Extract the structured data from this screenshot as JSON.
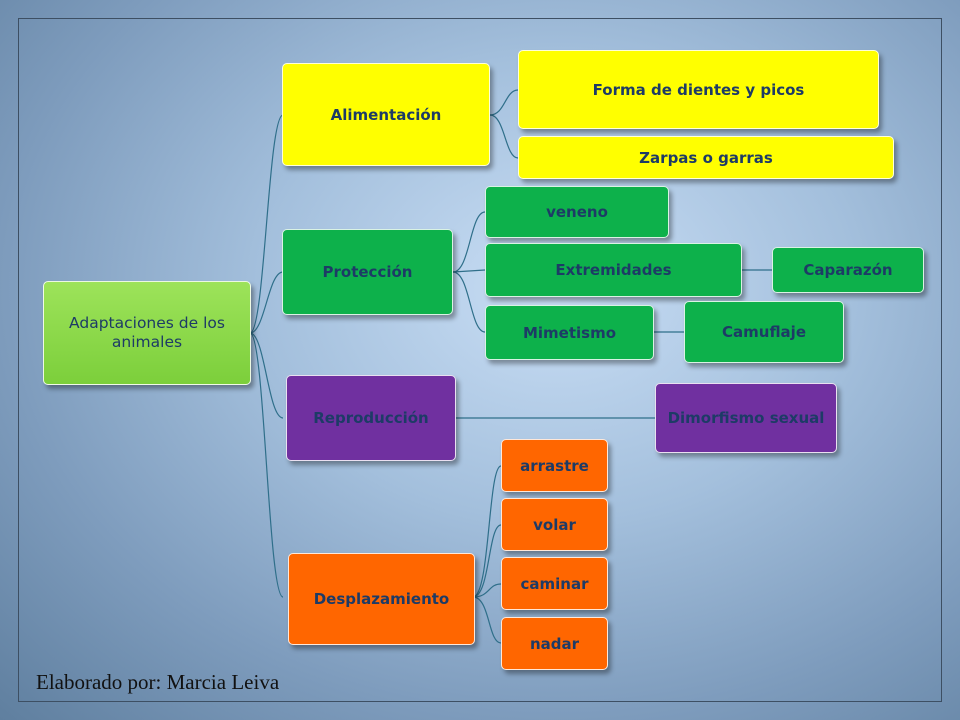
{
  "diagram": {
    "root": "Adaptaciones de los animales",
    "branches": {
      "alimentacion": {
        "label": "Alimentación",
        "children": [
          "Forma de dientes y picos",
          "Zarpas o garras"
        ]
      },
      "proteccion": {
        "label": "Protección",
        "children": [
          "veneno",
          "Extremidades",
          "Mimetismo"
        ],
        "extremidades_child": "Caparazón",
        "mimetismo_child": "Camuflaje"
      },
      "reproduccion": {
        "label": "Reproducción",
        "children": [
          "Dimorfismo sexual"
        ]
      },
      "desplazamiento": {
        "label": "Desplazamiento",
        "children": [
          "arrastre",
          "volar",
          "caminar",
          "nadar"
        ]
      }
    }
  },
  "credit": "Elaborado por:  Marcia Leiva",
  "colors": {
    "root": "#8fdb4c",
    "alimentacion": "#ffff00",
    "proteccion": "#0db14b",
    "reproduccion": "#7030a0",
    "desplazamiento": "#ff6600",
    "connector": "#2f6f8a"
  }
}
